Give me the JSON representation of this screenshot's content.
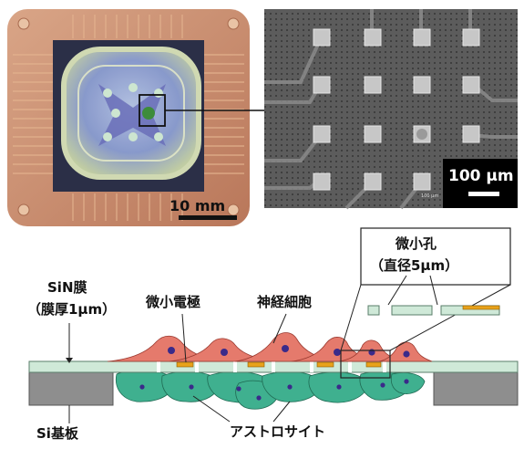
{
  "photo_panel": {
    "scale_label": "10 mm"
  },
  "sem_panel": {
    "scale_label": "100 µm",
    "micro_label": "100 µm"
  },
  "diagram": {
    "sin_membrane_line1": "SiN膜",
    "sin_membrane_line2": "（膜厚1µm）",
    "microelectrode": "微小電極",
    "neuron": "神経細胞",
    "micropore_line1": "微小孔",
    "micropore_line2": "（直径5µm）",
    "si_substrate": "Si基板",
    "astrocyte": "アストロサイト"
  },
  "colors": {
    "board": "#c98d6e",
    "membrane": "#cfe9d8",
    "electrode": "#e8a21a",
    "neuron": "#e57a6c",
    "astrocyte": "#3fb08f",
    "nucleus": "#3a2a8a",
    "si": "#8c8c8c",
    "sem_bg": "#5a5a5a"
  }
}
